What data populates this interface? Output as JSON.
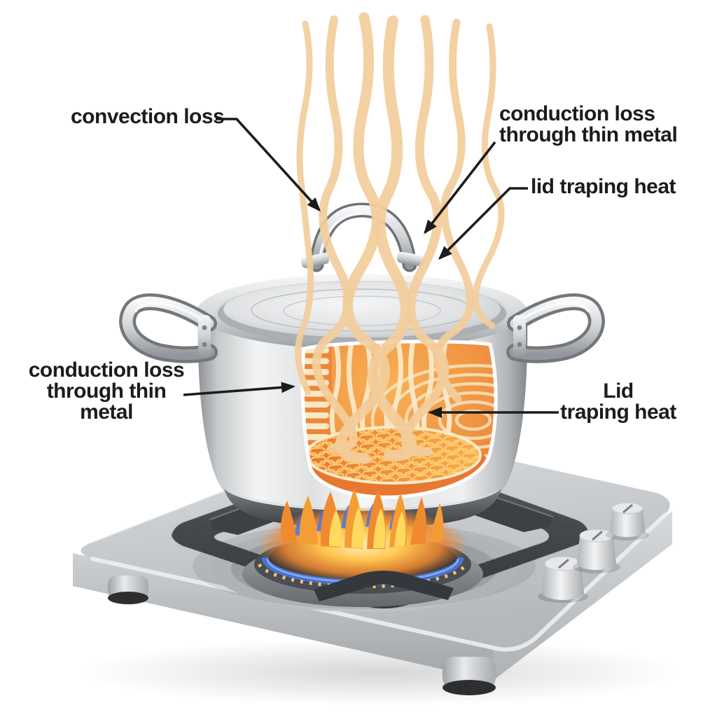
{
  "annotations": [
    {
      "id": "convection-loss",
      "text": "convection loss"
    },
    {
      "id": "conduction-loss-top",
      "text": "conduction loss\nthrough thin metal"
    },
    {
      "id": "lid-trapping-heat-top",
      "text": "lid traping heat"
    },
    {
      "id": "conduction-loss-left",
      "text": "conduction loss\nthrough thin\nmetal"
    },
    {
      "id": "lid-trapping-heat-right",
      "text": "Lid\ntraping heat"
    }
  ],
  "scene_elements": [
    "steam-waves-icon",
    "pot-lid-icon",
    "lid-handle-icon",
    "stock-pot-icon",
    "pot-side-handles-icon",
    "heat-cutaway-icon",
    "gas-flame-icon",
    "burner-grate-icon",
    "stove-slab-icon",
    "burner-knobs-icon"
  ],
  "colors": {
    "ink": "#1c1c1c",
    "steam": "#f2cd9b",
    "cream": "#f8e9c8",
    "heat-orange": "#f09a42",
    "heat-deep": "#e8772f",
    "flame-blue": "#4a78dd",
    "flame-orange": "#f59d35",
    "flame-yellow": "#ffd95e",
    "steel-light": "#f2f3f4",
    "steel-dark": "#9ea1a5",
    "grate": "#44474c",
    "stove": "#c9cccf"
  }
}
